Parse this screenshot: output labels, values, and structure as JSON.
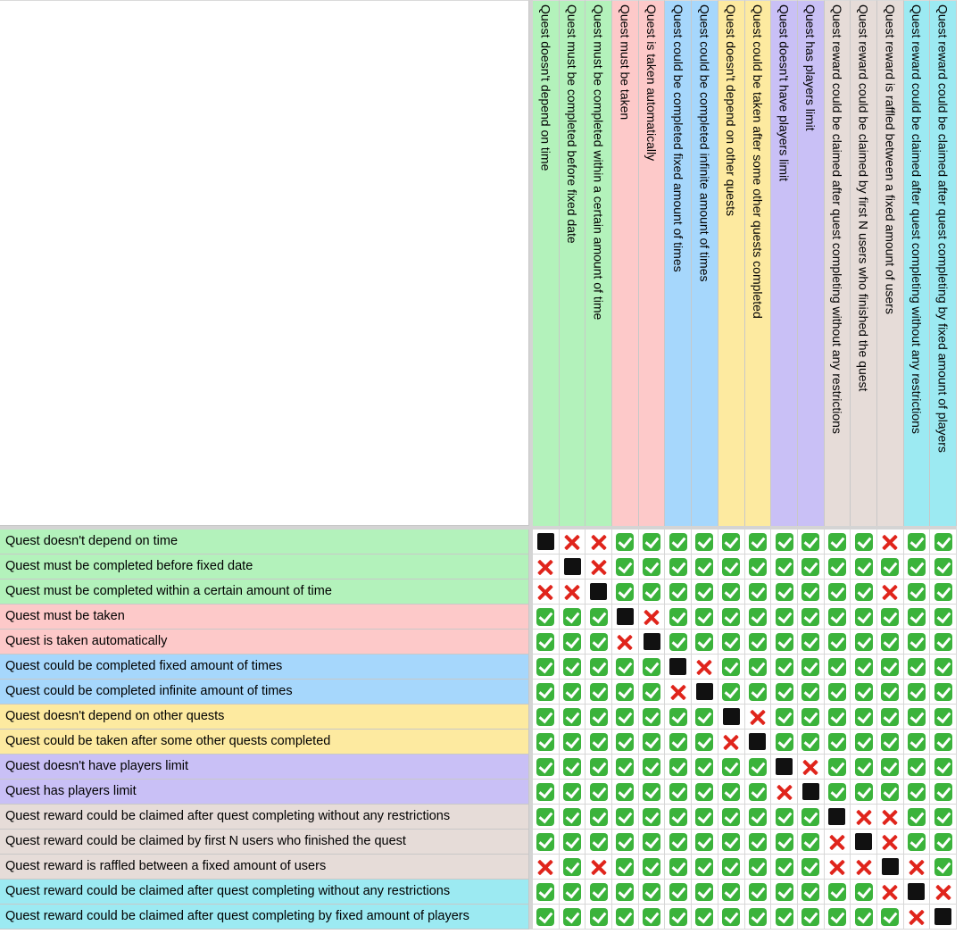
{
  "groups": [
    "time",
    "time",
    "time",
    "take",
    "take",
    "rep",
    "rep",
    "dep",
    "dep",
    "lim",
    "lim",
    "rew",
    "rew",
    "rew",
    "clm",
    "clm"
  ],
  "labels": [
    "Quest doesn't depend on time",
    "Quest must be completed before fixed date",
    "Quest must be completed within a certain amount of time",
    "Quest must be taken",
    "Quest is taken automatically",
    "Quest could be completed fixed amount of times",
    "Quest could be completed infinite amount of times",
    "Quest doesn't depend on other quests",
    "Quest could be taken after some other quests completed",
    "Quest doesn't have players limit",
    "Quest has players limit",
    "Quest reward could be claimed after quest completing without any restrictions",
    "Quest reward could be claimed by first N users who finished the quest",
    "Quest reward is raffled between a fixed amount of users",
    "Quest reward could be claimed after quest completing without any restrictions",
    "Quest reward could be claimed after quest completing by fixed amount of players"
  ],
  "matrix": [
    "SNNYYYYYYYYYYNYY",
    "NSNYYYYYYYYYYYYY",
    "NNSYYYYYYYYYYNYY",
    "YYYSNYYYYYYYYYYY",
    "YYYNSYYYYYYYYYYY",
    "YYYYYSNYYYYYYYYY",
    "YYYYYNSYYYYYYYYY",
    "YYYYYYYSNYYYYYYY",
    "YYYYYYYNSYYYYYYY",
    "YYYYYYYYYSNYYYYY",
    "YYYYYYYYYNSYYYYY",
    "YYYYYYYYYYYSNNYY",
    "YYYYYYYYYYYNSNYY",
    "NYNYYYYYYYYNNSNY",
    "YYYYYYYYYYYYYNSN",
    "YYYYYYYYYYYYYYNS"
  ],
  "icons": {
    "Y": "check-mark-icon",
    "N": "cross-mark-icon",
    "S": "black-square-icon"
  },
  "colors": {
    "time": "#b3f2bb",
    "take": "#fdc9c9",
    "rep": "#a6d7fc",
    "dep": "#fdeaa0",
    "lim": "#c9c0f6",
    "rew": "#e6dcd8",
    "clm": "#9ceaf2",
    "check": "#3bb33b",
    "cross": "#e0241b",
    "square": "#111111"
  }
}
